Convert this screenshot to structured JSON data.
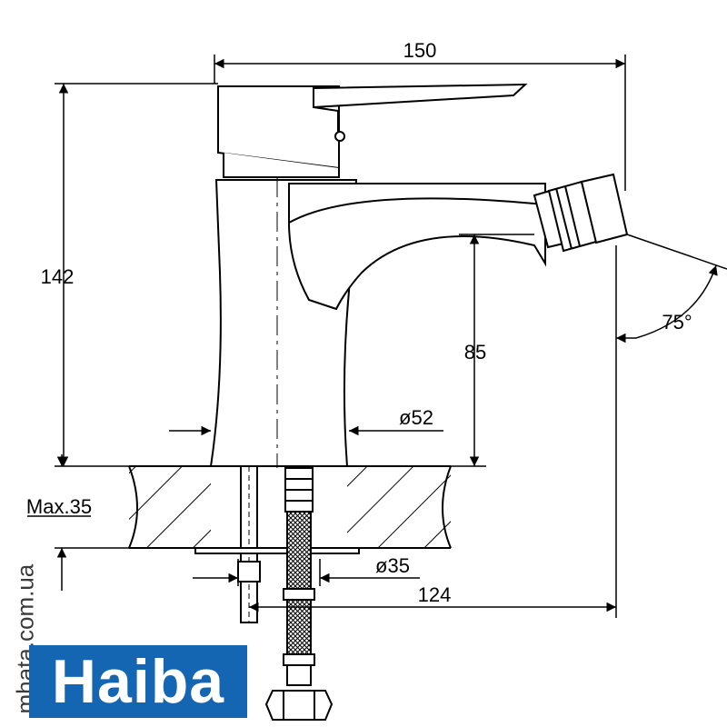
{
  "dimensions": {
    "width": "150",
    "height": "142",
    "spout_height": "85",
    "angle": "75°",
    "body_diameter": "ø52",
    "max_thickness": "Max.35",
    "hole_diameter": "ø35",
    "reach": "124"
  },
  "brand": {
    "name": "Haiba",
    "color": "#1466b3"
  },
  "watermark": "mhata.com.ua"
}
